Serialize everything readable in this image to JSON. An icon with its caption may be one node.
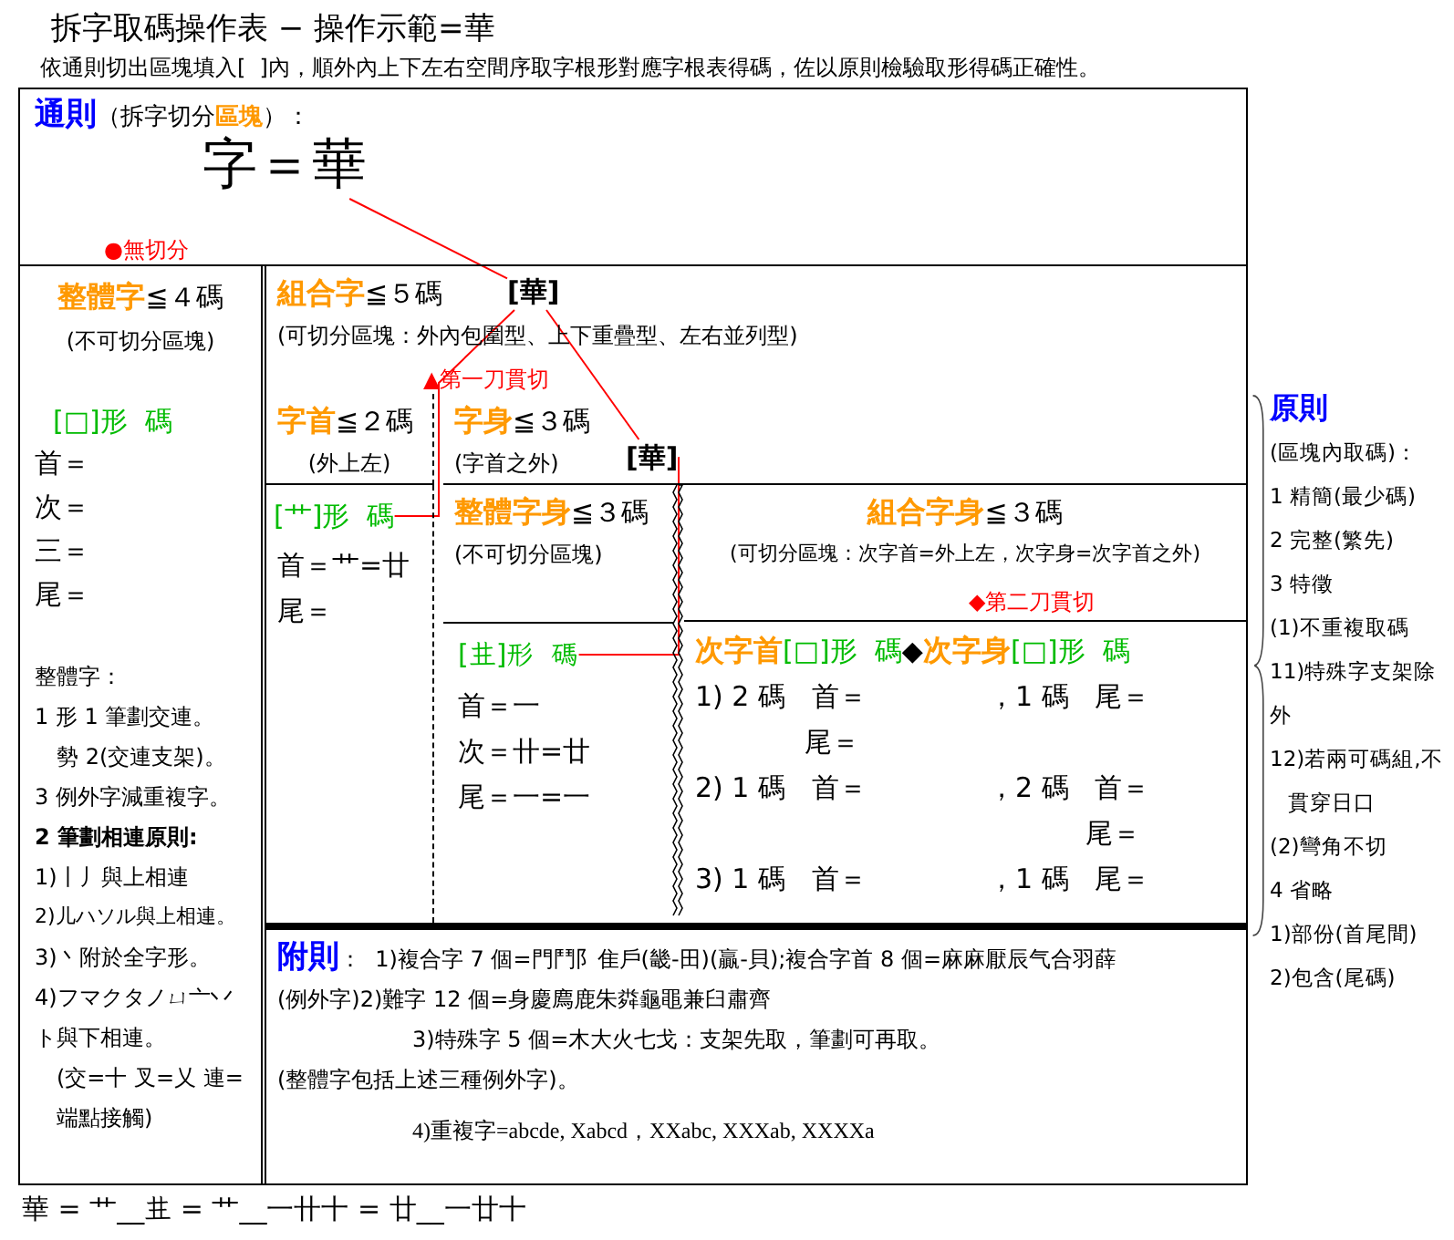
{
  "diagram": {
    "title": "拆字取碼操作表 − 操作示範=華",
    "nodes": [
      {
        "text": [
          "通則",
          "（拆字切分",
          "區塊",
          "）：",
          "●無切分"
        ]
      },
      {
        "text": [
          "字＝華"
        ],
        "in": 0
      },
      {
        "text": [
          "整體字",
          "≦４碼",
          "(不可切分區塊)"
        ]
      },
      {
        "text": [
          "組合字",
          "≦５碼",
          "(可切分區塊：外內包圍型、上下重疊型、左右並列型)",
          "▲第一刀貫切"
        ]
      },
      {
        "text": [
          "[華]"
        ],
        "in": 3
      },
      {
        "text": [
          "[□]形  碼",
          "首＝",
          "次＝",
          "三＝",
          "尾＝",
          "整體字：",
          "1 形 1 筆劃交連。",
          "勢 2(交連支架)。",
          "3 例外字減重複字。",
          "2 筆劃相連原則:",
          "1)丨丿與上相連",
          "2)儿ハソル與上相連。",
          "3)丶附於全字形。",
          "4)フマクタノㄩ亠丷ト與下相連。",
          "(交=十 叉=乂 連=端點接觸)"
        ]
      },
      {
        "text": [
          "字首",
          "≦２碼",
          "(外上左)"
        ]
      },
      {
        "text": [
          "字身",
          "≦３碼",
          "(字首之外)"
        ]
      },
      {
        "text": [
          "[華]"
        ],
        "in": 7
      },
      {
        "text": [
          "首＝艹=廿",
          "尾＝"
        ]
      },
      {
        "text": [
          "[艹]形  碼"
        ],
        "in": 9
      },
      {
        "text": [
          "整體字身",
          "≦３碼",
          "(不可切分區塊)"
        ]
      },
      {
        "text": [
          "首＝一",
          "次＝卄=廿",
          "尾＝一=一"
        ]
      },
      {
        "text": [
          "[𠀎]形  碼"
        ],
        "in": 12
      },
      {
        "text": [
          "組合字身",
          "≦３碼",
          "(可切分區塊：次字首=外上左，次字身=次字首之外)",
          "◆第二刀貫切"
        ]
      },
      {
        "text": [
          "次字首",
          "[□]形  碼",
          "◆",
          "次字身",
          "[□]形  碼",
          "1) 2 碼   首＝              ，1 碼   尾＝",
          "尾＝",
          "2) 1 碼   首＝              ，2 碼   首＝",
          "尾＝",
          "3) 1 碼   首＝              ，1 碼   尾＝"
        ]
      },
      {
        "text": [
          "附則",
          "：  1)複合字 7 個=門鬥阝隹戶(畿-田)(贏-貝);複合字首 8 個=麻麻厭辰气合羽薛",
          "(例外字)",
          "2)難字 12 個=身慶廌鹿朱粦龜黽兼臼肅齊",
          "3)特殊字 5 個=木大火七戈：支架先取，筆劃可再取。",
          "(整體字包括上述三種例外字)。",
          "4)重複字=abcde, Xabcd，XXabc, XXXab, XXXXa"
        ]
      }
    ],
    "edges": [
      {
        "from": 1,
        "to": 4,
        "arrow": "none"
      },
      {
        "from": 4,
        "to": 10,
        "arrow": "none"
      },
      {
        "from": 4,
        "to": 8,
        "arrow": "none"
      },
      {
        "from": 8,
        "to": 13,
        "arrow": "none"
      }
    ],
    "labels": [
      "依通則切出區塊填入[  ]內，順外內上下左右空間序取字根形對應字根表得碼，佐以原則檢驗取形得碼正確性。",
      "原則",
      "(區塊內取碼)：",
      "1 精簡(最少碼)",
      "2 完整(繁先)",
      "3 特徵",
      "(1)不重複取碼",
      "11)特殊字支架除外",
      "12)若兩可碼組,不貫穿日口",
      "(2)彎角不切",
      "4 省略",
      "1)部份(首尾間)",
      "2)包含(尾碼)",
      "華 = 艹__𠀎 = 艹__一卄十 = 廿__一廿十"
    ]
  }
}
